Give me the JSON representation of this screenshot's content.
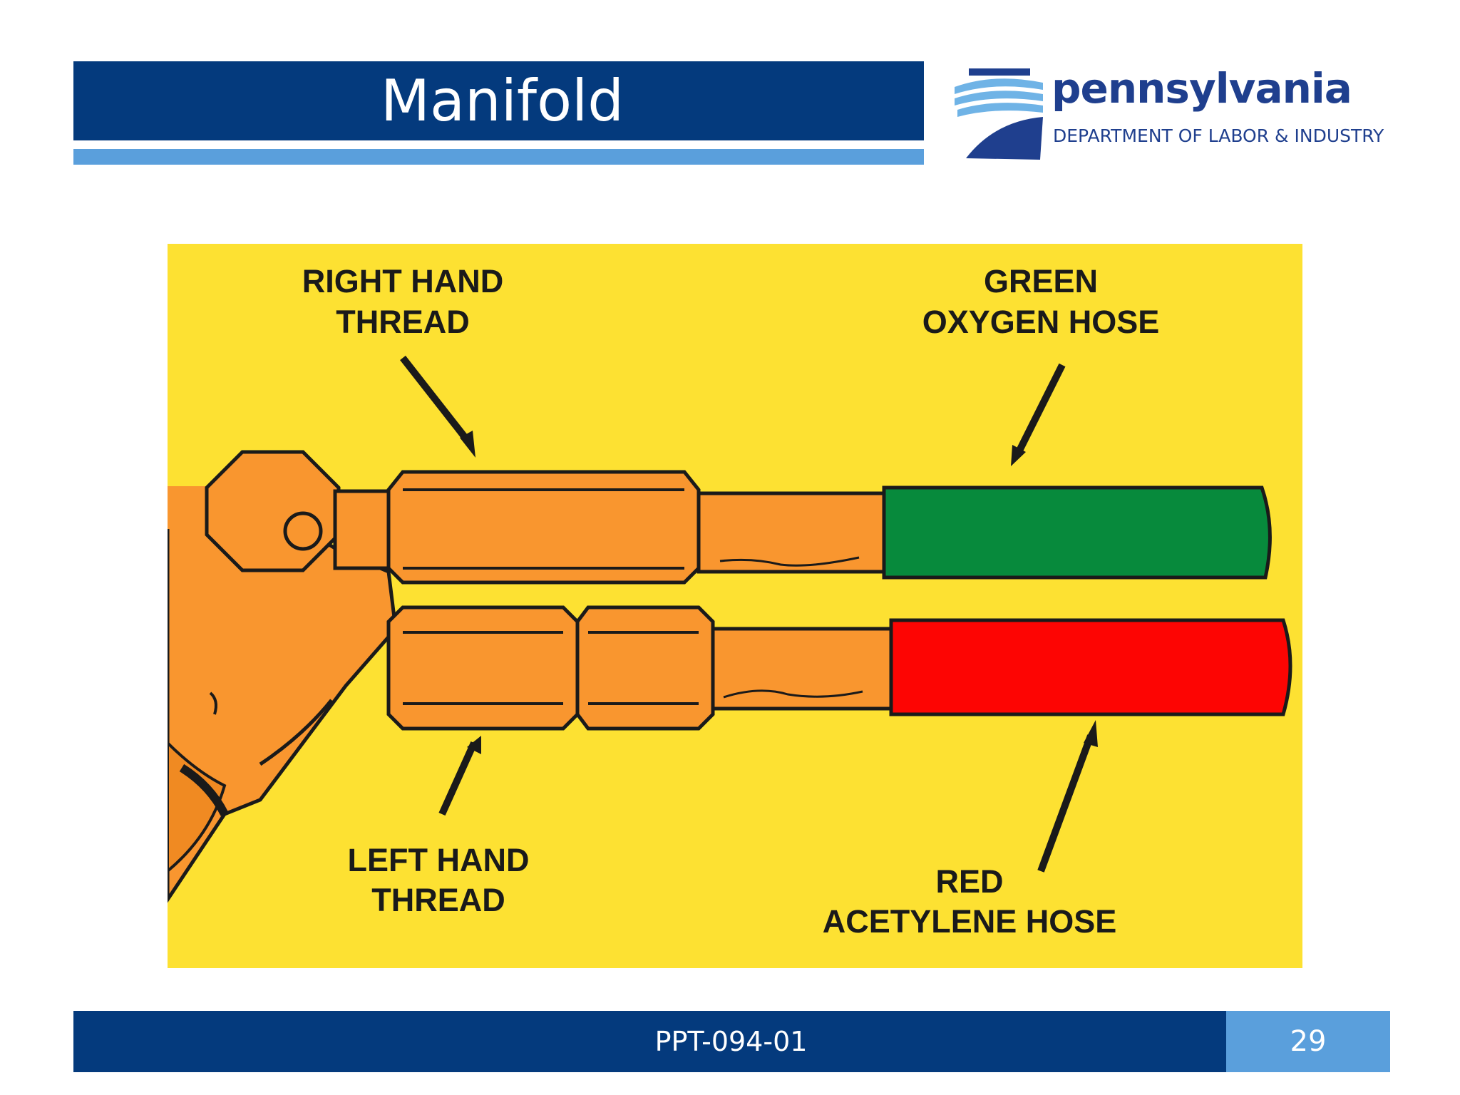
{
  "slide": {
    "title": "Manifold",
    "footer_code": "PPT-094-01",
    "page_number": "29"
  },
  "logo": {
    "name": "pennsylvania",
    "department": "DEPARTMENT OF LABOR & INDUSTRY",
    "icon": "keystone-logo-icon"
  },
  "diagram": {
    "labels": {
      "right_hand_line1": "RIGHT HAND",
      "right_hand_line2": "THREAD",
      "green_line1": "GREEN",
      "green_line2": "OXYGEN HOSE",
      "left_hand_line1": "LEFT HAND",
      "left_hand_line2": "THREAD",
      "red_line1": "RED",
      "red_line2": "ACETYLENE HOSE"
    },
    "colors": {
      "background": "#fde132",
      "fitting": "#f9962f",
      "oxygen_hose": "#078a3c",
      "acetylene_hose": "#fd0503",
      "outline": "#1a1a1a"
    }
  },
  "theme": {
    "primary": "#043a7d",
    "accent": "#5a9fdc"
  }
}
